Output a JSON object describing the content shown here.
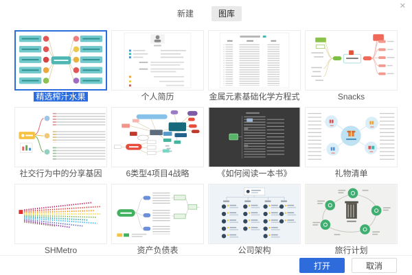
{
  "dialog": {
    "tabs": [
      {
        "label": "新建",
        "active": false
      },
      {
        "label": "图库",
        "active": true
      }
    ],
    "icons": {
      "close": "✕"
    }
  },
  "templates": [
    {
      "label": "精选榨汁水果",
      "selected": true
    },
    {
      "label": "个人简历",
      "selected": false
    },
    {
      "label": "金属元素基础化学方程式",
      "selected": false
    },
    {
      "label": "Snacks",
      "selected": false
    },
    {
      "label": "社交行为中的分享基因",
      "selected": false
    },
    {
      "label": "6类型4项目4战略",
      "selected": false
    },
    {
      "label": "《如何阅读一本书》",
      "selected": false
    },
    {
      "label": "礼物清单",
      "selected": false
    },
    {
      "label": "SHMetro",
      "selected": false
    },
    {
      "label": "资产负债表",
      "selected": false
    },
    {
      "label": "公司架构",
      "selected": false
    },
    {
      "label": "旅行计划",
      "selected": false
    }
  ],
  "buttons": {
    "open": "打开",
    "cancel": "取消"
  },
  "colors": {
    "accent": "#2b6cdf",
    "tab_active_bg": "#e9e9e9",
    "dark_thumb_bg": "#3a3a3a"
  }
}
